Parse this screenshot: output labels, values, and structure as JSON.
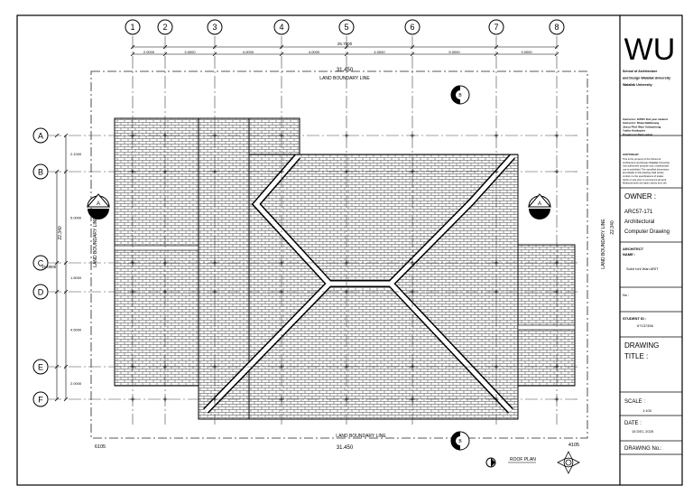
{
  "grid": {
    "columns": [
      "1",
      "2",
      "3",
      "4",
      "5",
      "6",
      "7",
      "8"
    ],
    "rows": [
      "A",
      "B",
      "C",
      "D",
      "E",
      "F"
    ]
  },
  "dimensions": {
    "top_total": "25.7000",
    "top_segments": [
      "2.0000",
      "3.0000",
      "4.0000",
      "4.0000",
      "4.0000",
      "5.0000",
      "3.0000"
    ],
    "left_total": "22.340",
    "left_overall": "15.0000",
    "left_segments": [
      "2.1000",
      "5.0000",
      "1.5000",
      "4.5000",
      "2.0000"
    ],
    "right_total": "22.340"
  },
  "labels": {
    "top_boundary_length": "31.450",
    "top_boundary": "LAND BOUNDARY LINE",
    "bottom_boundary": "LAND BOUNDARY LINE",
    "bottom_boundary_length": "31.450",
    "left_boundary": "LAND BOUNDARY LINE",
    "right_boundary": "LAND BOUNDARY LINE",
    "setback_left": "6105",
    "setback_right": "4105",
    "section_a": "A",
    "section_b": "B",
    "plan_title": "ROOF PLAN"
  },
  "title_block": {
    "logo": "WU",
    "school_lines": [
      "School of Architecture",
      "and Design Walailak University",
      "Walailak University"
    ],
    "instructor_lines": [
      "Instructor: 2/2567 2nd year student",
      "Instructor: Dhaw Natthinang",
      "Jirasu Phol Wasi Udomphong",
      "Yuttho Kiatkoples",
      "Prapatsorn Namsuphat"
    ],
    "notice_title": "COPYRIGHT",
    "notice_lines": [
      "This is the property of the School of",
      "Architecture and Design Walailak University",
      "Use authorized purpose only, unauthorized",
      "use is prohibited. The specified dimensions",
      "and details in this drawing shall strictly",
      "conform to the specifications of trades",
      "Verify on site prior to commence all work",
      "Measurements are taken strictly from the"
    ],
    "owner_label": "OWNER :",
    "course_code": "ARC57-171",
    "course_name_1": "Architectural",
    "course_name_2": "Computer Drawing",
    "architect_label": "ARCHITECT",
    "name_label": "NAME :",
    "architect_name": "Sukir Ichi Wan ARIT",
    "no_label": "No :",
    "student_label": "STUDENT ID :",
    "student_id": "67137456",
    "drawing_label": "DRAWING",
    "title_label": "TITLE :",
    "scale_label": "SCALE :",
    "scale_value": "1:100",
    "date_label": "DATE :",
    "date_value": "15 DEC 2025",
    "drawing_no_label": "DRAWING No.:"
  }
}
